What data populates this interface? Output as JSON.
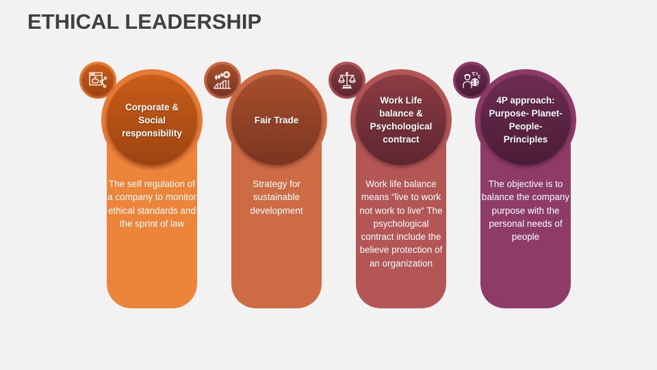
{
  "title": "ETHICAL LEADERSHIP",
  "colors": {
    "background": "#F2F2F2",
    "title": "#404040",
    "card1": "#EC843A",
    "card2": "#CD6B45",
    "card3": "#B45656",
    "card4": "#8E3B68"
  },
  "cards": [
    {
      "icon": "social-media-like-share-icon",
      "heading": "Corporate & Social responsibility",
      "description": "The self regulation of a company to monitor ethical standards and the sprint of law"
    },
    {
      "icon": "growth-chart-coin-icon",
      "heading": "Fair Trade",
      "description": "Strategy for sustainable development"
    },
    {
      "icon": "balance-scale-icon",
      "heading": "Work Life balance & Psychological contract",
      "description": "Work life balance means “live to work not work to live“ The psychological contract include the believe protection of an organization"
    },
    {
      "icon": "people-globe-gear-icon",
      "heading": "4P approach: Purpose- Planet- People- Principles",
      "description": "The objective is to balance the company purpose with the personal needs of people"
    }
  ]
}
